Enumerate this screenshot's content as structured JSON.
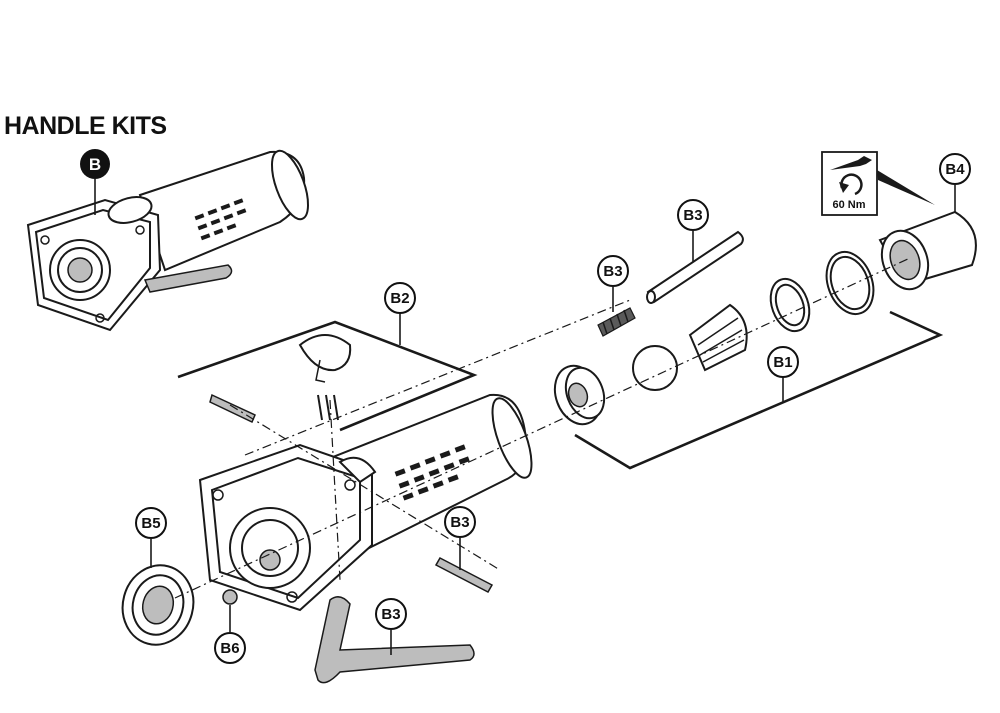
{
  "title": "HANDLE KITS",
  "callouts": {
    "main": "B",
    "b1": "B1",
    "b2": "B2",
    "b3_rod": "B3",
    "b3_spring": "B3",
    "b3_pin": "B3",
    "b3_lever": "B3",
    "b4": "B4",
    "b5": "B5",
    "b6": "B6"
  },
  "torque": {
    "value": "60 Nm",
    "icon": "wrench-torque-icon"
  }
}
